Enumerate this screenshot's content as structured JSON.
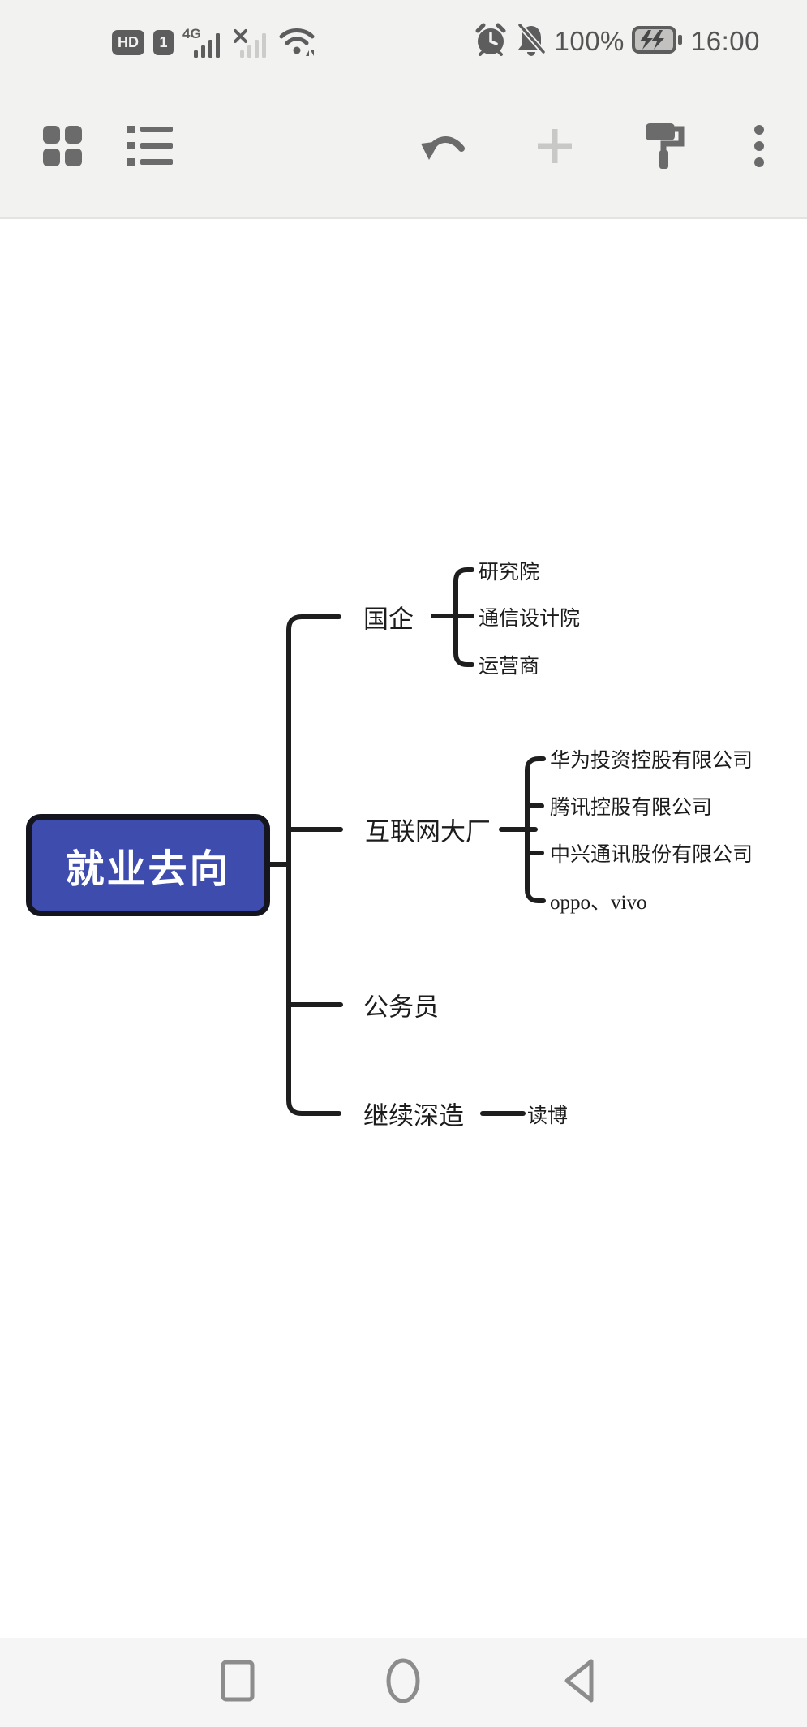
{
  "status_bar": {
    "hd": "HD",
    "sim1": "1",
    "network": "4G",
    "battery_percent": "100%",
    "time": "16:00",
    "icons": [
      "hd-badge",
      "sim1-badge",
      "sim1-signal-icon",
      "sim2-no-signal-icon",
      "wifi-icon",
      "alarm-clock-icon",
      "notifications-off-icon",
      "battery-charging-icon"
    ]
  },
  "toolbar": {
    "buttons": [
      {
        "name": "grid-view"
      },
      {
        "name": "outline-view"
      },
      {
        "name": "undo"
      },
      {
        "name": "add-node",
        "state": "disabled"
      },
      {
        "name": "format-painter"
      },
      {
        "name": "more-options"
      }
    ]
  },
  "mindmap": {
    "accent_color": "#3e4dad",
    "line_color": "#1e1e1e",
    "root": {
      "label": "就业去向"
    },
    "branches": [
      {
        "label": "国企",
        "children": [
          {
            "label": "研究院"
          },
          {
            "label": "通信设计院"
          },
          {
            "label": "运营商"
          }
        ]
      },
      {
        "label": "互联网大厂",
        "children": [
          {
            "label": "华为投资控股有限公司"
          },
          {
            "label": "腾讯控股有限公司"
          },
          {
            "label": "中兴通讯股份有限公司"
          },
          {
            "label": "oppo、vivo"
          }
        ]
      },
      {
        "label": "公务员",
        "children": []
      },
      {
        "label": "继续深造",
        "children": [
          {
            "label": "读博"
          }
        ]
      }
    ]
  },
  "nav_bar": {
    "buttons": [
      "recents",
      "home",
      "back"
    ]
  }
}
